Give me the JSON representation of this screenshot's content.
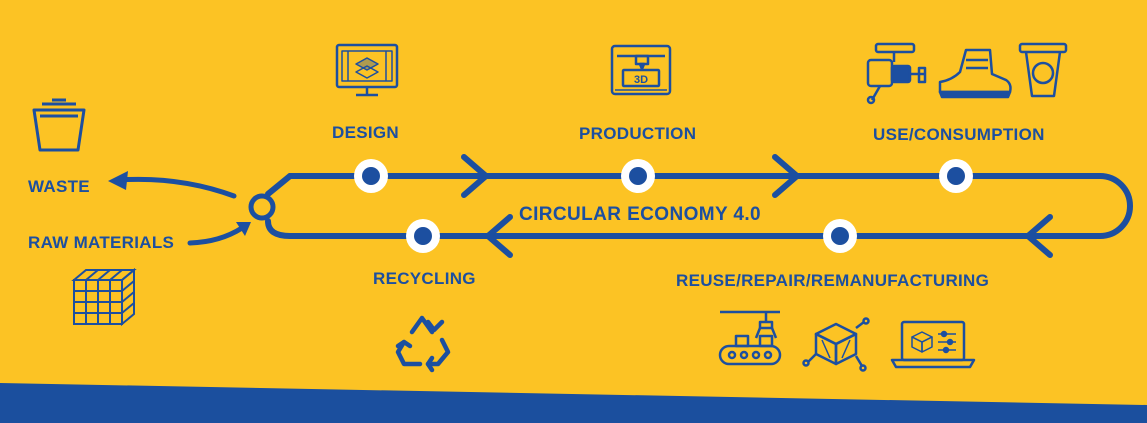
{
  "colors": {
    "background": "#fcc324",
    "primary": "#1c4fa0",
    "node_fill": "#ffffff",
    "band": "#1b4f9e"
  },
  "diagram": {
    "title": "CIRCULAR ECONOMY 4.0",
    "stages": {
      "design": "DESIGN",
      "production": "PRODUCTION",
      "use": "USE/CONSUMPTION",
      "reuse": "REUSE/REPAIR/REMANUFACTURING",
      "recycling": "RECYCLING"
    },
    "inputs": {
      "waste": "WASTE",
      "raw_materials": "RAW MATERIALS"
    }
  },
  "icons": {
    "waste": "trash-bin-icon",
    "raw_materials": "material-cube-icon",
    "design": "cad-monitor-icon",
    "production": "3d-printer-icon",
    "use": [
      "fishing-reel-icon",
      "boot-icon",
      "cup-icon"
    ],
    "reuse": [
      "robot-arm-conveyor-icon",
      "circuit-box-icon",
      "laptop-design-icon"
    ],
    "recycling": "recycle-icon"
  }
}
